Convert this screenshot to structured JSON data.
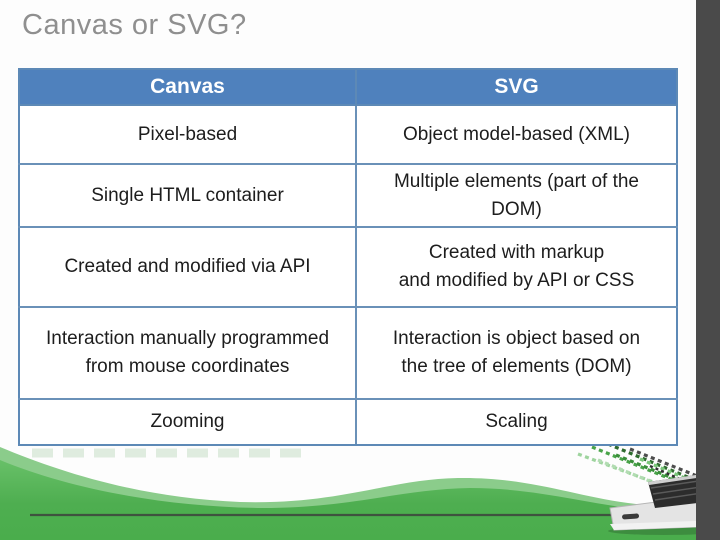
{
  "slide": {
    "title": "Canvas or SVG?"
  },
  "table": {
    "headers": [
      "Canvas",
      "SVG"
    ],
    "rows": [
      {
        "canvas": "Pixel-based",
        "svg": "Object model-based (XML)"
      },
      {
        "canvas": "Single HTML container",
        "svg": "Multiple elements (part of the\nDOM)"
      },
      {
        "canvas": "Created and modified via API",
        "svg": "Created with markup\nand modified by API or CSS"
      },
      {
        "canvas": "Interaction manually programmed\nfrom mouse coordinates",
        "svg": "Interaction is object based on\nthe tree of elements (DOM)"
      },
      {
        "canvas": "Zooming",
        "svg": "Scaling"
      }
    ]
  },
  "decor": {
    "laptop_icon": "laptop-with-pixel-spray",
    "colors": {
      "header_blue": "#4f81bd",
      "table_border_blue": "#5d89b6",
      "row_divider_blue": "#6a91b8",
      "column_divider_black": "#1c1c1c",
      "title_gray": "#8f8f8f",
      "wave_green_light": "#8bcc8b",
      "wave_green_main": "#4eae50",
      "baseline_dark": "#3f523f",
      "right_bar_gray": "#4a4a4a"
    }
  }
}
